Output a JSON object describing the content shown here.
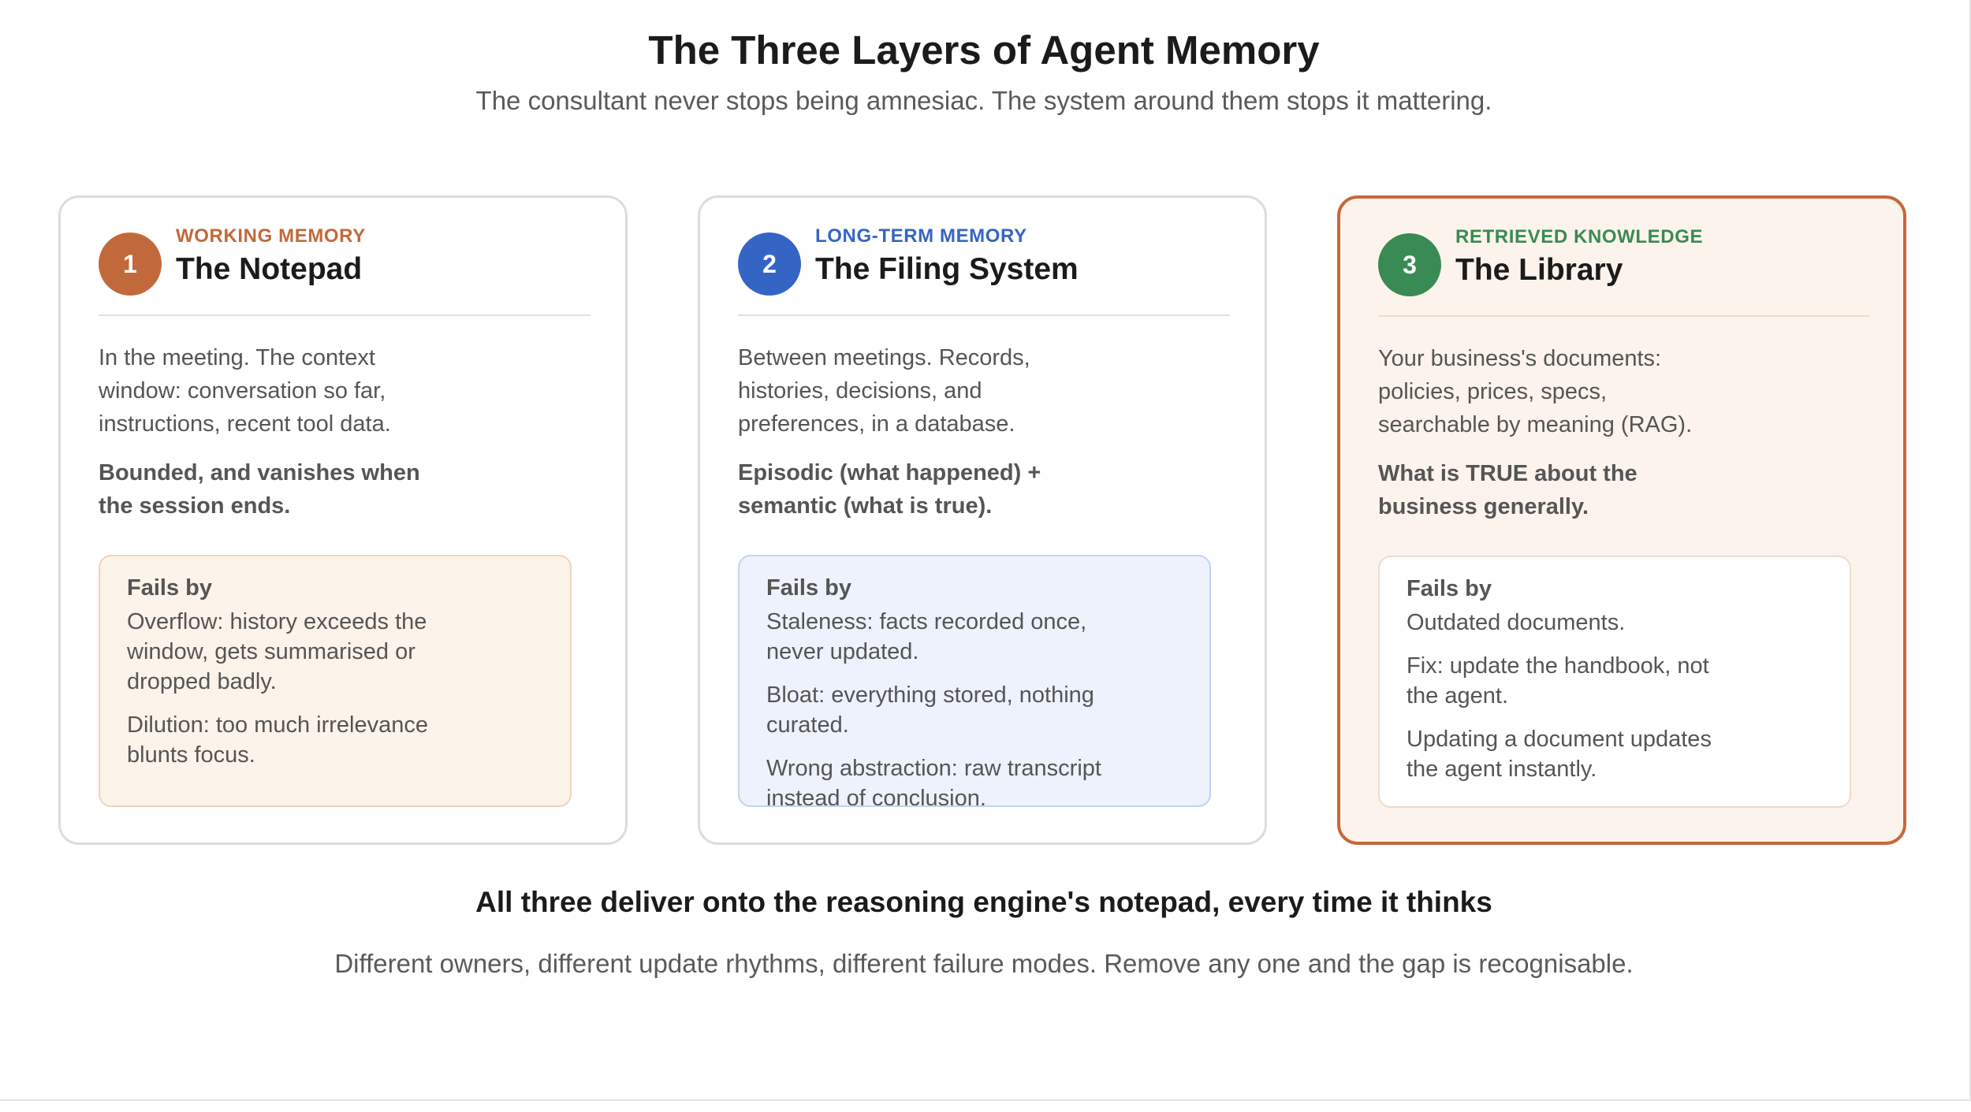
{
  "header": {
    "title": "The Three Layers of Agent Memory",
    "subtitle": "The consultant never stops being amnesiac. The system around them stops it mattering."
  },
  "cards": [
    {
      "number": "1",
      "kicker": "WORKING MEMORY",
      "title": "The Notepad",
      "description": "In the meeting. The context window: conversation so far, instructions, recent tool data.",
      "emphasis": "Bounded, and vanishes when the session ends.",
      "fails_label": "Fails by",
      "fails": [
        "Overflow: history exceeds the window, gets summarised or dropped badly.",
        "Dilution: too much irrelevance blunts focus."
      ],
      "accent": "#c2693b"
    },
    {
      "number": "2",
      "kicker": "LONG-TERM MEMORY",
      "title": "The Filing System",
      "description": "Between meetings. Records, histories, decisions, and preferences, in a database.",
      "emphasis": "Episodic (what happened) + semantic (what is true).",
      "fails_label": "Fails by",
      "fails": [
        "Staleness: facts recorded once, never updated.",
        "Bloat: everything stored, nothing curated.",
        "Wrong abstraction: raw transcript instead of conclusion."
      ],
      "accent": "#3565c4"
    },
    {
      "number": "3",
      "kicker": "RETRIEVED KNOWLEDGE",
      "title": "The Library",
      "description": "Your business's documents: policies, prices, specs, searchable by meaning (RAG).",
      "emphasis": "What is TRUE about the business generally.",
      "fails_label": "Fails by",
      "fails": [
        "Outdated documents.",
        "Fix: update the handbook, not the agent.",
        "Updating a document updates the agent instantly."
      ],
      "accent": "#3a8a55"
    }
  ],
  "footer": {
    "title": "All three deliver onto the reasoning engine's notepad, every time it thinks",
    "subtitle": "Different owners, different update rhythms, different failure modes. Remove any one and the gap is recognisable."
  }
}
